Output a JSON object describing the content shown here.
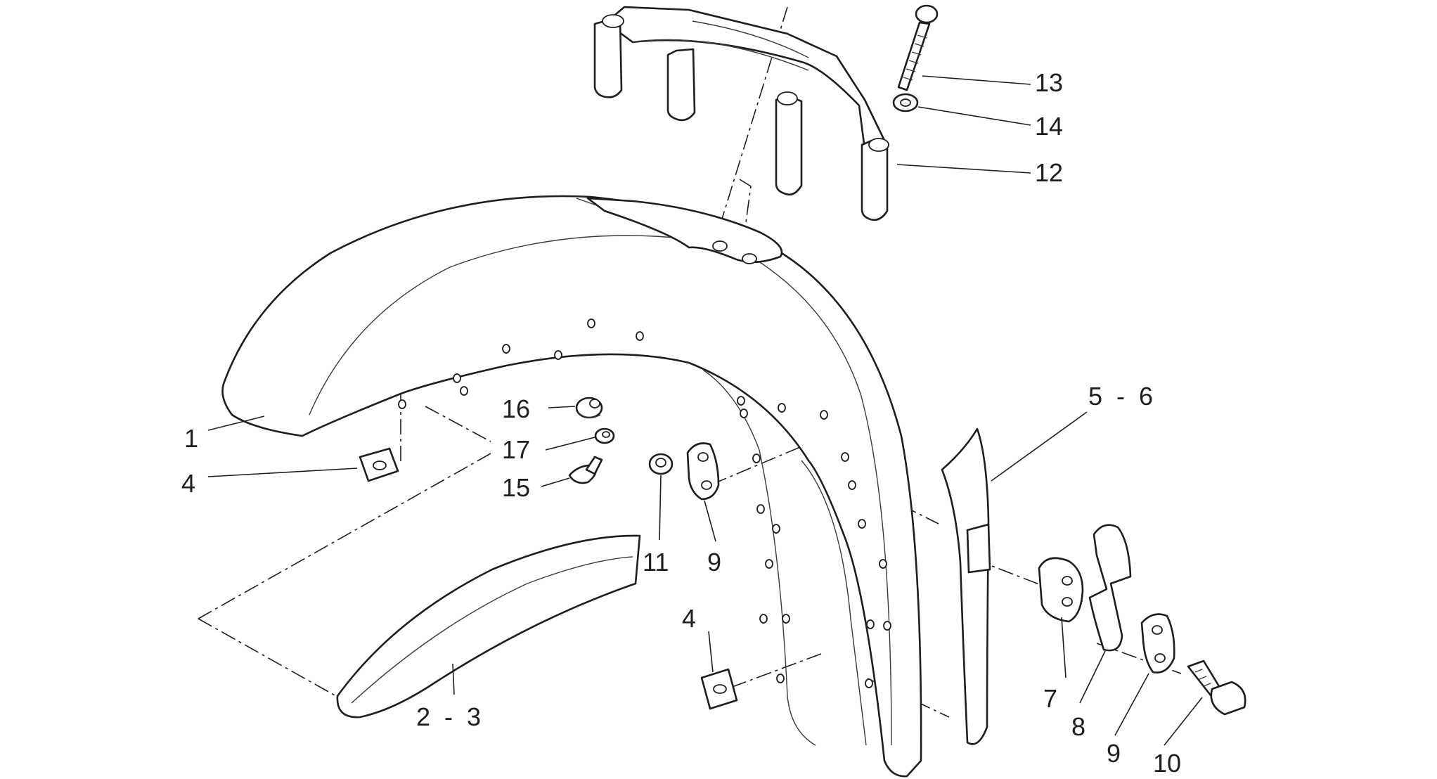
{
  "diagram": {
    "callouts": [
      {
        "id": "c1",
        "text": "1"
      },
      {
        "id": "c4a",
        "text": "4"
      },
      {
        "id": "c23",
        "text": "2  -  3"
      },
      {
        "id": "c16",
        "text": "16"
      },
      {
        "id": "c17",
        "text": "17"
      },
      {
        "id": "c15",
        "text": "15"
      },
      {
        "id": "c11",
        "text": "11"
      },
      {
        "id": "c9a",
        "text": "9"
      },
      {
        "id": "c4b",
        "text": "4"
      },
      {
        "id": "c13",
        "text": "13"
      },
      {
        "id": "c14",
        "text": "14"
      },
      {
        "id": "c12",
        "text": "12"
      },
      {
        "id": "c56",
        "text": "5  -  6"
      },
      {
        "id": "c7",
        "text": "7"
      },
      {
        "id": "c8",
        "text": "8"
      },
      {
        "id": "c9b",
        "text": "9"
      },
      {
        "id": "c10",
        "text": "10"
      }
    ]
  },
  "colors": {
    "line": "#1e1e1e",
    "background": "#ffffff"
  }
}
